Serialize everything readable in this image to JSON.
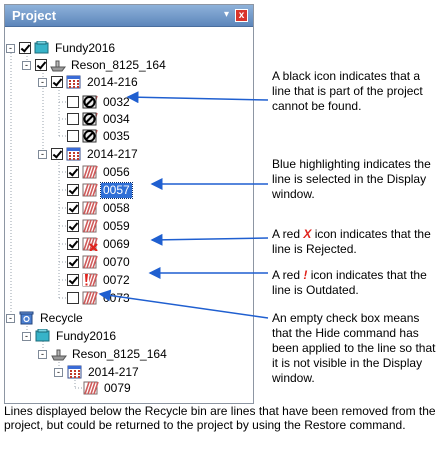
{
  "panel": {
    "title": "Project",
    "pin_glyph": "▾",
    "close_glyph": "x"
  },
  "tree": [
    {
      "id": "fundy2016",
      "label": "Fundy2016",
      "checked": true,
      "expander": "-",
      "icon": "project-icon",
      "selected": false
    },
    {
      "id": "reson",
      "label": "Reson_8125_164",
      "checked": true,
      "expander": "-",
      "icon": "vessel-icon",
      "selected": false
    },
    {
      "id": "day216",
      "label": "2014-216",
      "checked": true,
      "expander": "-",
      "icon": "day-icon",
      "selected": false
    },
    {
      "id": "l0032",
      "label": "0032",
      "checked": false,
      "icon": "line-missing-icon",
      "selected": false
    },
    {
      "id": "l0034",
      "label": "0034",
      "checked": false,
      "icon": "line-missing-icon",
      "selected": false
    },
    {
      "id": "l0035",
      "label": "0035",
      "checked": false,
      "icon": "line-missing-icon",
      "selected": false
    },
    {
      "id": "day217",
      "label": "2014-217",
      "checked": true,
      "expander": "-",
      "icon": "day-icon",
      "selected": false
    },
    {
      "id": "l0056",
      "label": "0056",
      "checked": true,
      "icon": "line-icon",
      "selected": false
    },
    {
      "id": "l0057",
      "label": "0057",
      "checked": true,
      "icon": "line-icon",
      "selected": true
    },
    {
      "id": "l0058",
      "label": "0058",
      "checked": true,
      "icon": "line-icon",
      "selected": false
    },
    {
      "id": "l0059",
      "label": "0059",
      "checked": true,
      "icon": "line-icon",
      "selected": false
    },
    {
      "id": "l0069",
      "label": "0069",
      "checked": true,
      "icon": "line-rejected-icon",
      "selected": false
    },
    {
      "id": "l0070",
      "label": "0070",
      "checked": true,
      "icon": "line-icon",
      "selected": false
    },
    {
      "id": "l0072",
      "label": "0072",
      "checked": true,
      "icon": "line-outdated-icon",
      "selected": false
    },
    {
      "id": "l0073",
      "label": "0073",
      "checked": false,
      "icon": "line-icon",
      "selected": false
    },
    {
      "id": "recycle",
      "label": "Recycle",
      "expander": "-",
      "icon": "recycle-icon",
      "selected": false
    },
    {
      "id": "rfundy",
      "label": "Fundy2016",
      "expander": "-",
      "icon": "project-icon",
      "selected": false
    },
    {
      "id": "rreson",
      "label": "Reson_8125_164",
      "expander": "-",
      "icon": "vessel-icon",
      "selected": false
    },
    {
      "id": "rday217",
      "label": "2014-217",
      "expander": "-",
      "icon": "day-icon",
      "selected": false
    },
    {
      "id": "r0079",
      "label": "0079",
      "icon": "line-icon",
      "selected": false
    }
  ],
  "annotations": {
    "missing": "A black icon indicates that a line that is part of the project cannot be found.",
    "selected": "Blue highlighting indicates the line is selected in the Display window.",
    "rejected_pre": "A red ",
    "rejected_mark": "X",
    "rejected_post": " icon indicates that the line is Rejected.",
    "outdated_pre": "A red ",
    "outdated_mark": "!",
    "outdated_post": " icon indicates that the line is Outdated.",
    "hidden": "An empty check box means that the Hide command has been applied to the line so that it is not visible in the Display window."
  },
  "footer": "Lines displayed below the Recycle bin are lines that have been removed from the project, but could be returned to the project by using the Restore command.",
  "colors": {
    "accent_selected": "#2f6fd6",
    "rejected_red": "#e0231c",
    "arrow_blue": "#1f5fd0"
  }
}
